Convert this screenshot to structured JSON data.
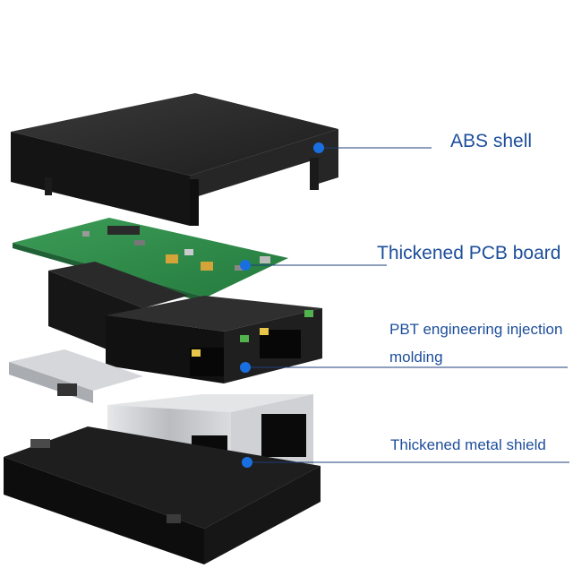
{
  "callouts": {
    "abs_shell": "ABS shell",
    "pcb_board": "Thickened PCB board",
    "pbt_line1": "PBT engineering injection",
    "pbt_line2": "molding",
    "metal_shield": "Thickened metal shield"
  },
  "colors": {
    "label_text": "#1d4e9a",
    "marker_dot": "#1a6fe0",
    "leader_line": "#1b3f7a",
    "shell_dark": "#232323",
    "pcb_green": "#2e8a4a",
    "metal": "#c7c9cc"
  }
}
